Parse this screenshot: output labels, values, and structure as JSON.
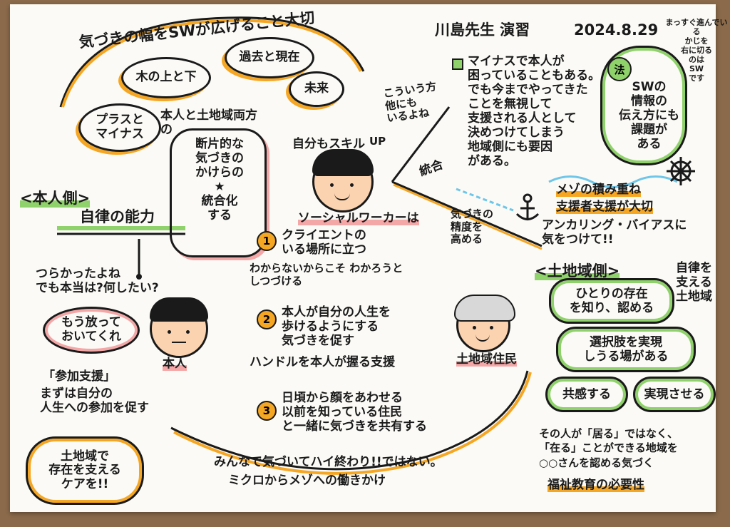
{
  "header": {
    "arc_title": "気づきの幅をSWが広げること大切",
    "author": "川島先生 演習",
    "date": "2024.8.29"
  },
  "perspectives": {
    "above_below": "木の上と下",
    "past_present": "過去と現在",
    "future": "未来",
    "plus_minus": "プラスと\nマイナス"
  },
  "center": {
    "both_label": "本人と土地域両方\nの",
    "integration_box": "断片的な\n気づきの\nかけらの\n★\n統合化\nする",
    "skill_up": "自分もスキル",
    "skill_up_arrow": "UP",
    "worker_label": "ソーシャルワーカーは",
    "this_way": "こういう方\n他にも\nいるよね",
    "integration": "統合",
    "awareness_precision": "気づきの\n精度を\n高める"
  },
  "points": [
    {
      "num": "1",
      "text": "クライエントの\nいる場所に立つ",
      "sub": "わからないからこそ わかろうと\nしつづける"
    },
    {
      "num": "2",
      "text": "本人が自分の人生を\n歩けるようにする\n気づきを促す",
      "sub": "ハンドルを本人が握る支援"
    },
    {
      "num": "3",
      "text": "日頃から顔をあわせる\n以前を知っている住民\nと一緒に気づきを共有する",
      "sub": ""
    }
  ],
  "minus_note": {
    "text": "マイナスで本人が\n困っていることもある。\nでも今までやってきた\nことを無視して\n支援される人として\n決めつけてしまう\n地域側にも要因\nがある。"
  },
  "top_right": {
    "note": "まっすぐ進んでいる\nかじを\n右に切る\nのは\nSW\nです",
    "law_mark": "法",
    "law_text": "SWの\n情報の\n伝え方にも\n課題が\nある"
  },
  "right_mid": {
    "meso": "メゾの積み重ね",
    "support": "支援者支援が大切",
    "anchoring": "アンカリング・バイアスに\n気をつけて!!"
  },
  "left_side": {
    "person_side": "<本人側>",
    "autonomy": "自律の能力",
    "hard": "つらかったよね\nでも本当は?何したい?",
    "leave_me": "もう放って\nおいてくれ",
    "person": "本人",
    "participation": "「参加支援」",
    "participation_sub": "まずは自分の\n人生への参加を促す",
    "care": "土地域で\n存在を支える\nケアを!!"
  },
  "region": {
    "region_side": "<土地域側>",
    "autonomy_support": "自律を\n支える\n土地域",
    "resident": "土地域住民",
    "item1": "ひとりの存在\nを知り、認める",
    "item2": "選択肢を実現\nしうる場がある",
    "item3": "共感する",
    "item4": "実現させる",
    "conclusion": "その人が「居る」ではなく、\n「在る」ことができる地域を\n○○さんを認める気づく",
    "welfare": "福祉教育の必要性"
  },
  "bottom": {
    "line1": "みんなで気づいてハイ終わり!!ではない。",
    "line2": "ミクロからメゾへの働きかけ"
  }
}
